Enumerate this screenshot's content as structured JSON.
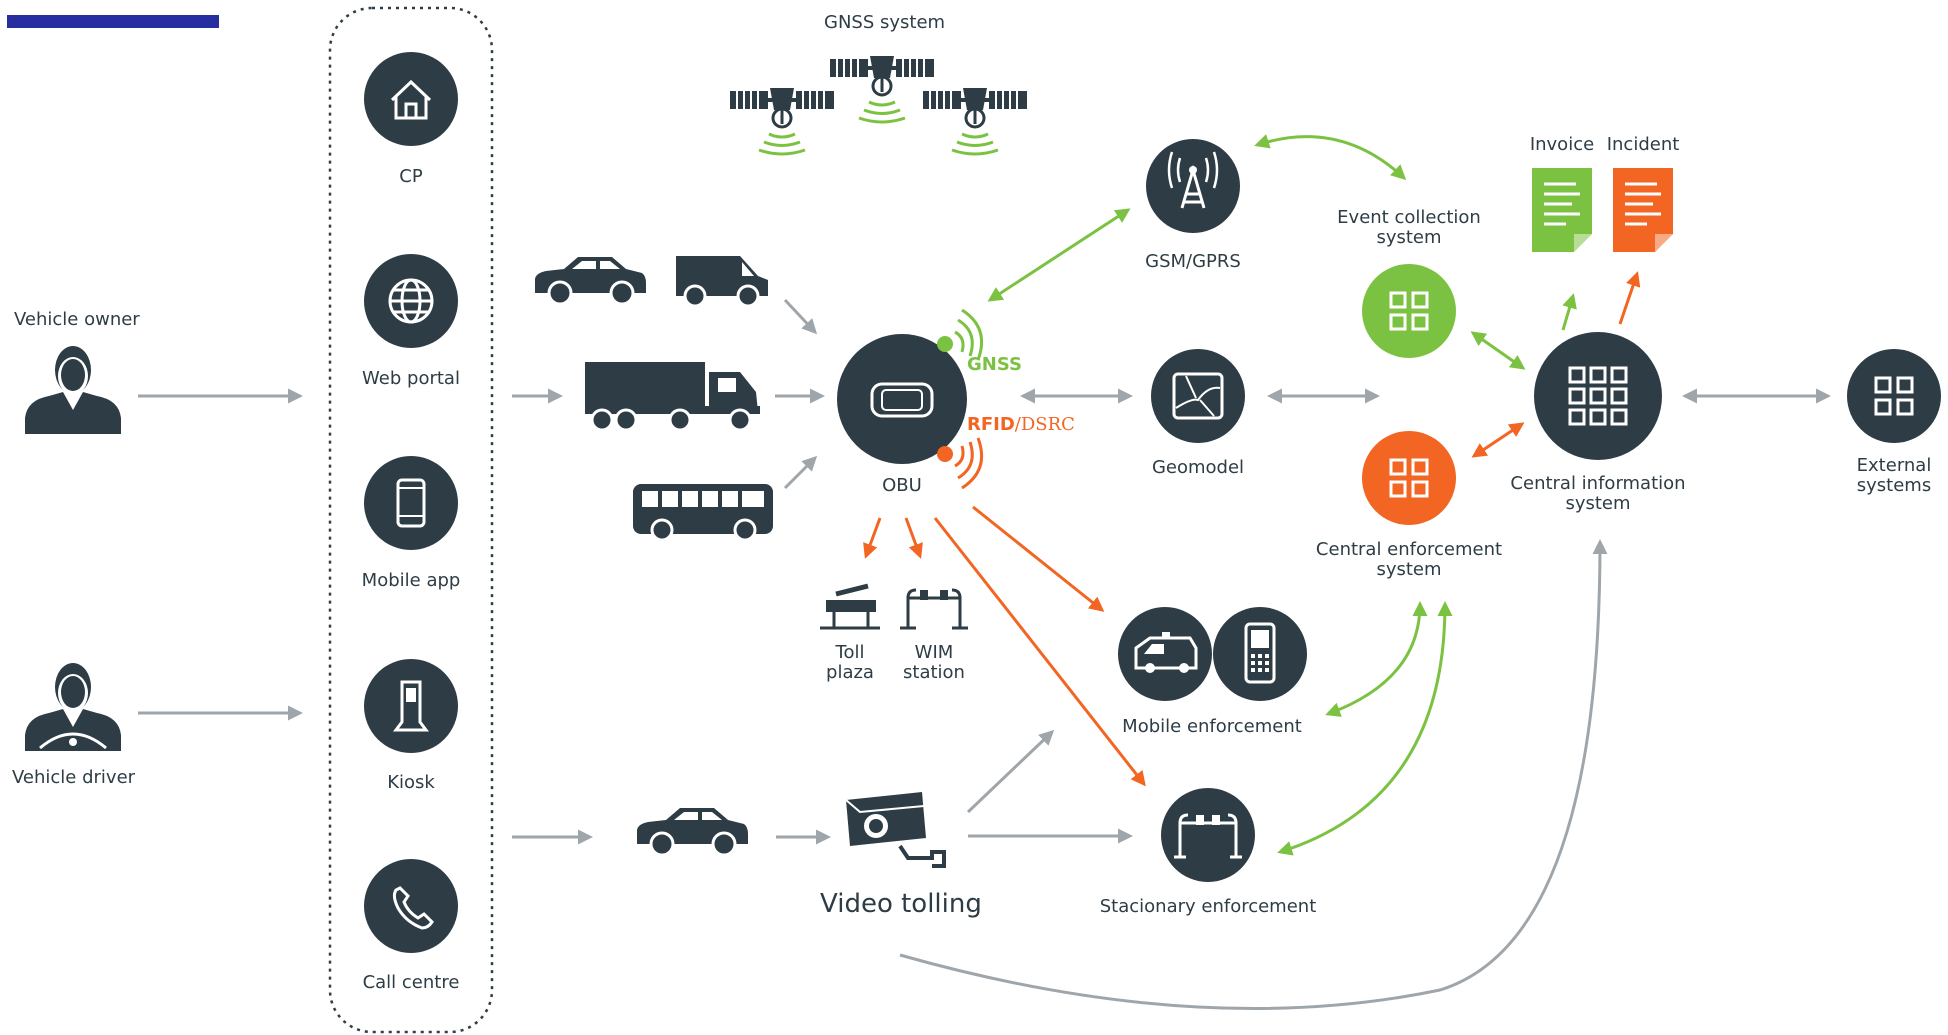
{
  "colors": {
    "dark": "#2e3d45",
    "green": "#7cc242",
    "orange": "#f26522",
    "gray": "#9fa6ab",
    "header_bar": "#262ea0"
  },
  "labels": {
    "gnss_system": "GNSS system",
    "vehicle_owner": "Vehicle owner",
    "vehicle_driver": "Vehicle driver",
    "cp": "CP",
    "web_portal": "Web portal",
    "mobile_app": "Mobile app",
    "kiosk": "Kiosk",
    "call_centre": "Call centre",
    "obu": "OBU",
    "gnss": "GNSS",
    "rfid": "RFID",
    "dsrc": "/DSRC",
    "toll_plaza": "Toll plaza",
    "wim_station": "WIM station",
    "video_tolling": "Video tolling",
    "gsm_gprs": "GSM/GPRS",
    "geomodel": "Geomodel",
    "mobile_enforcement": "Mobile enforcement",
    "stacionary_enforcement": "Stacionary enforcement",
    "event_collection": "Event collection system",
    "central_enforcement": "Central enforcement system",
    "central_information": "Central information system",
    "invoice": "Invoice",
    "incident": "Incident",
    "external_systems": "External systems"
  },
  "icons": {
    "cp": "home-icon",
    "web_portal": "globe-icon",
    "mobile_app": "smartphone-icon",
    "kiosk": "kiosk-icon",
    "call_centre": "phone-icon",
    "obu": "obu-device-icon",
    "gsm_gprs": "antenna-tower-icon",
    "geomodel": "map-icon",
    "event_collection": "grid-2x2-icon",
    "central_enforcement": "grid-2x2-icon",
    "central_information": "grid-3x3-icon",
    "external_systems": "grid-2x2-icon",
    "mobile_enforcement_van": "van-icon",
    "mobile_enforcement_device": "handheld-terminal-icon",
    "stacionary_enforcement": "gantry-icon",
    "invoice": "document-icon",
    "incident": "document-icon",
    "camera": "camera-icon",
    "satellite": "satellite-icon",
    "person": "person-icon",
    "car": "car-icon",
    "van": "van-icon",
    "truck": "truck-icon",
    "bus": "bus-icon"
  }
}
